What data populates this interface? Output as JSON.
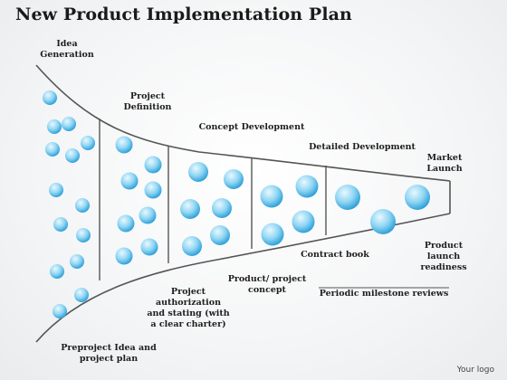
{
  "title": "New Product Implementation Plan",
  "labels": {
    "idea_generation": "Idea\nGeneration",
    "project_definition": "Project\nDefinition",
    "concept_development": "Concept Development",
    "detailed_development": "Detailed Development",
    "market_launch": "Market\nLaunch",
    "preproject": "Preproject Idea and\nproject plan",
    "project_authorization": "Project\nauthorization\nand stating (with\na clear charter)",
    "product_project_concept": "Product/ project\nconcept",
    "contract_book": "Contract book",
    "product_launch_readiness": "Product\nlaunch\nreadiness",
    "periodic_milestone_reviews": "Periodic milestone reviews"
  },
  "logo": "Your logo",
  "colors": {
    "bubble_light": "#e9f8ff",
    "bubble_mid": "#8fd5f3",
    "bubble_dark": "#2a9fd8",
    "outline": "#555555"
  }
}
